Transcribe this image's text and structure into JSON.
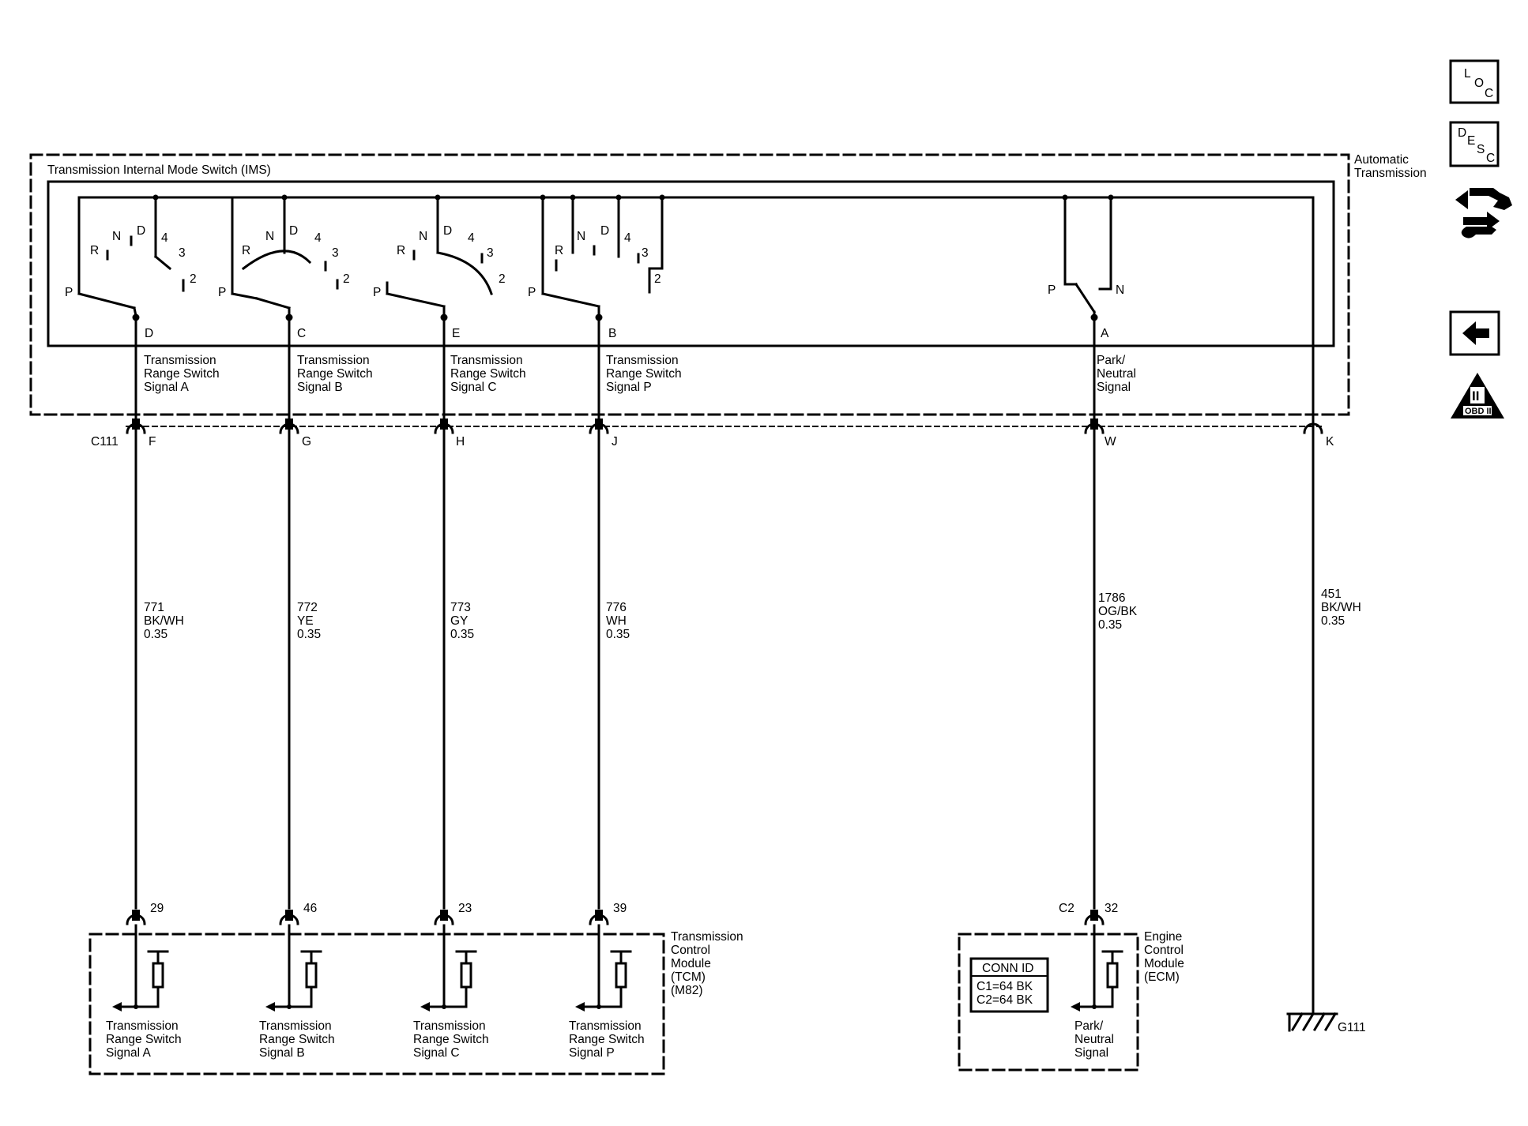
{
  "side_nav": {
    "loc_letters": [
      "L",
      "O",
      "C"
    ],
    "desc_letters": [
      "D",
      "E",
      "S",
      "C"
    ],
    "obd_numeral": "II",
    "obd_label": "OBD II"
  },
  "enclosure": {
    "outer_label_line1": "Automatic",
    "outer_label_line2": "Transmission",
    "ims_label": "Transmission Internal Mode Switch (IMS)"
  },
  "switches": {
    "sw1": {
      "positions": [
        "P",
        "R",
        "N",
        "D",
        "4",
        "3",
        "2"
      ],
      "terminal": "D"
    },
    "sw2": {
      "positions": [
        "P",
        "R",
        "N",
        "D",
        "4",
        "3",
        "2"
      ],
      "terminal": "C"
    },
    "sw3": {
      "positions": [
        "P",
        "R",
        "N",
        "D",
        "4",
        "3",
        "2"
      ],
      "terminal": "E"
    },
    "sw4": {
      "positions": [
        "P",
        "R",
        "N",
        "D",
        "4",
        "3",
        "2"
      ],
      "terminal": "B"
    },
    "sw5": {
      "positions": [
        "P",
        "N"
      ],
      "terminal": "A"
    }
  },
  "ims_signal_labels": [
    [
      "Transmission",
      "Range Switch",
      "Signal A"
    ],
    [
      "Transmission",
      "Range Switch",
      "Signal B"
    ],
    [
      "Transmission",
      "Range Switch",
      "Signal C"
    ],
    [
      "Transmission",
      "Range Switch",
      "Signal P"
    ],
    [
      "Park/",
      "Neutral",
      "Signal"
    ]
  ],
  "connector_c111": {
    "name": "C111",
    "pins": [
      "F",
      "G",
      "H",
      "J",
      "W",
      "K"
    ]
  },
  "wires": [
    [
      "771",
      "BK/WH",
      "0.35"
    ],
    [
      "772",
      "YE",
      "0.35"
    ],
    [
      "773",
      "GY",
      "0.35"
    ],
    [
      "776",
      "WH",
      "0.35"
    ],
    [
      "1786",
      "OG/BK",
      "0.35"
    ],
    [
      "451",
      "BK/WH",
      "0.35"
    ]
  ],
  "tcm": {
    "pins": [
      "29",
      "46",
      "23",
      "39"
    ],
    "label": [
      "Transmission",
      "Control",
      "Module",
      "(TCM)",
      "(M82)"
    ],
    "signals": [
      [
        "Transmission",
        "Range Switch",
        "Signal A"
      ],
      [
        "Transmission",
        "Range Switch",
        "Signal B"
      ],
      [
        "Transmission",
        "Range Switch",
        "Signal C"
      ],
      [
        "Transmission",
        "Range Switch",
        "Signal P"
      ]
    ]
  },
  "ecm": {
    "connector": "C2",
    "pin": "32",
    "label": [
      "Engine",
      "Control",
      "Module",
      "(ECM)"
    ],
    "conn_id_title": "CONN ID",
    "conn_id_rows": [
      "C1=64 BK",
      "C2=64 BK"
    ],
    "signal": [
      "Park/",
      "Neutral",
      "Signal"
    ]
  },
  "ground": {
    "name": "G111"
  }
}
